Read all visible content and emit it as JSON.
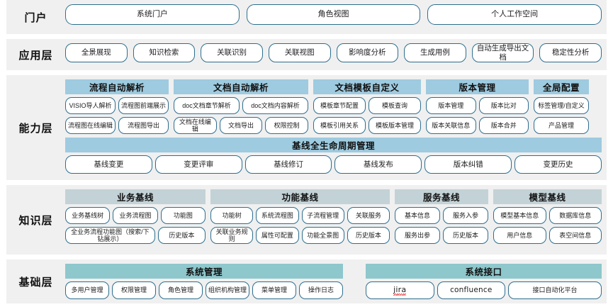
{
  "colors": {
    "band_bg": "#f0f0f0",
    "pill_border": "#2e6e8e",
    "head_blue": "#9ecbe0",
    "head_grey": "#c3d2d6",
    "head_teal": "#8ec7cc",
    "page_bg": "#ffffff",
    "spellcheck_underline": "#e03030"
  },
  "layers": [
    {
      "label": "门户",
      "items": [
        "系统门户",
        "角色视图",
        "个人工作空间"
      ]
    },
    {
      "label": "应用层",
      "items": [
        "全景展现",
        "知识检索",
        "关联识别",
        "关联视图",
        "影响度分析",
        "生成用例",
        "自动生成导出文档",
        "稳定性分析"
      ]
    },
    {
      "label": "能力层",
      "groups": [
        {
          "title": "流程自动解析",
          "head_style": "blue",
          "rows": [
            [
              "VISIO导人解析",
              "流程图前端展示"
            ],
            [
              "流程图在线编辑",
              "流程图导出"
            ]
          ]
        },
        {
          "title": "文档自动解析",
          "head_style": "blue",
          "rows": [
            [
              "doc文档章节解析",
              "doc文档内容解析"
            ],
            [
              "文档在线编辑",
              "文档导出",
              "权限控制"
            ]
          ]
        },
        {
          "title": "文档模板自定义",
          "head_style": "blue",
          "rows": [
            [
              "模板章节配置",
              "模板查询"
            ],
            [
              "模板引用关系",
              "模板版本管理"
            ]
          ]
        },
        {
          "title": "版本管理",
          "head_style": "blue",
          "rows": [
            [
              "版本管理",
              "版本比对"
            ],
            [
              "版本关联信息",
              "版本合并"
            ]
          ]
        },
        {
          "title": "全局配置",
          "head_style": "blue",
          "rows": [
            [
              "标签管理/自定义"
            ],
            [
              "产品管理"
            ]
          ]
        }
      ],
      "fullblock": {
        "title": "基线全生命周期管理",
        "head_style": "blue",
        "items": [
          "基线变更",
          "变更评审",
          "基线修订",
          "基线发布",
          "版本纠错",
          "变更历史"
        ]
      }
    },
    {
      "label": "知识层",
      "groups": [
        {
          "title": "业务基线",
          "head_style": "grey",
          "rows": [
            [
              "业务基线树",
              "业务流程图",
              "功能图"
            ],
            [
              "全业务流程功能图（搜索/下钻展示）",
              "历史版本"
            ]
          ]
        },
        {
          "title": "功能基线",
          "head_style": "grey",
          "rows": [
            [
              "功能树",
              "系统流程图",
              "子流程管理",
              "关联服务"
            ],
            [
              "关联业务规则",
              "属性可配置",
              "功能全景图",
              "历史版本"
            ]
          ]
        },
        {
          "title": "服务基线",
          "head_style": "grey",
          "rows": [
            [
              "基本信息",
              "服务入参"
            ],
            [
              "服务出参",
              "历史版本"
            ]
          ]
        },
        {
          "title": "模型基线",
          "head_style": "grey",
          "rows": [
            [
              "模型基本信息",
              "数据库信息"
            ],
            [
              "用户信息",
              "表空间信息"
            ]
          ]
        }
      ]
    },
    {
      "label": "基础层",
      "columns": [
        {
          "title": "系统管理",
          "head_style": "teal",
          "items": [
            "多用户管理",
            "权限管理",
            "角色管理",
            "组织机构管理",
            "菜单管理",
            "操作日志"
          ]
        },
        {
          "title": "系统接口",
          "head_style": "teal",
          "items": [
            "jira",
            "confluence",
            "接口自动化平台"
          ]
        }
      ]
    }
  ]
}
